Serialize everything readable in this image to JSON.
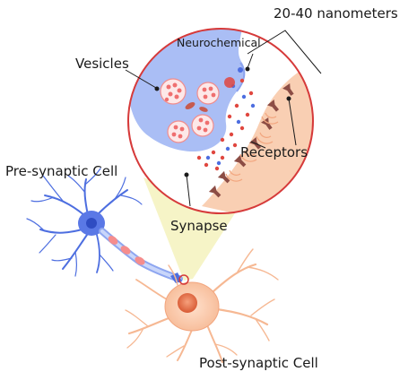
{
  "labels": {
    "distance": "20-40 nanometers",
    "neurochemical": "Neurochemical",
    "vesicles": "Vesicles",
    "receptors": "Receptors",
    "presynaptic": "Pre-synaptic Cell",
    "synapse": "Synapse",
    "postsynaptic": "Post-synaptic Cell"
  },
  "colors": {
    "presynaptic_neuron": "#4d6ee0",
    "presynaptic_terminal": "#a9bdf5",
    "postsynaptic_cell": "#f9c9ab",
    "postsynaptic_nucleus": "#e0673f",
    "magnifier_ring": "#d63a3a",
    "highlight_cone": "#f2f0b3",
    "receptor": "#8c4d45",
    "vesicle": "#f58d8d",
    "neurochemical_blue": "#4d6ee0",
    "neurochemical_red": "#e0473f"
  }
}
